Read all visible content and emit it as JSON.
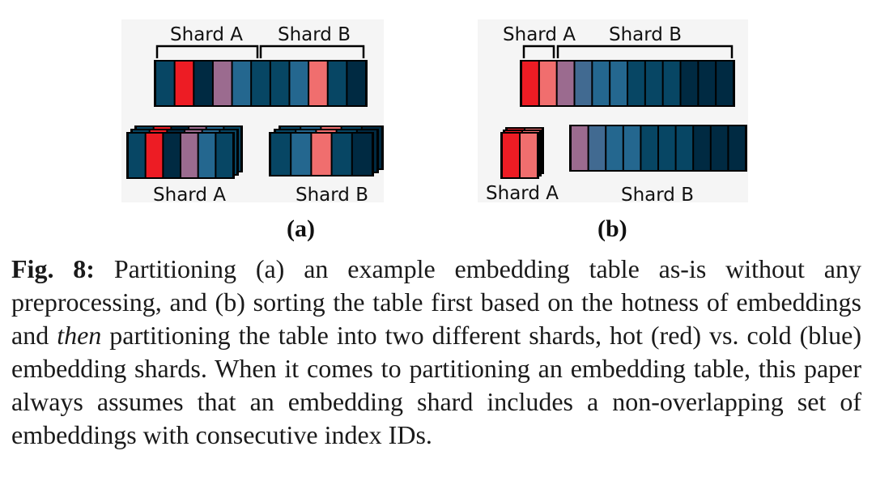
{
  "colors": {
    "hot_red": "#ed1c24",
    "warm_red": "#f06e6e",
    "mauve": "#9b6b8f",
    "steel_blue": "#416a91",
    "mid_blue": "#24678f",
    "dark_blue": "#074664",
    "deep_navy": "#002a42"
  },
  "panel_a": {
    "label": "(a)",
    "top_label_a": "Shard A",
    "top_label_b": "Shard B",
    "bottom_label_a": "Shard A",
    "bottom_label_b": "Shard B",
    "table": [
      "dark_blue",
      "hot_red",
      "deep_navy",
      "mauve",
      "mid_blue",
      "dark_blue",
      "dark_blue",
      "mid_blue",
      "warm_red",
      "dark_blue",
      "deep_navy"
    ],
    "shard_a": [
      "dark_blue",
      "hot_red",
      "deep_navy",
      "mauve",
      "mid_blue",
      "dark_blue"
    ],
    "shard_b": [
      "dark_blue",
      "mid_blue",
      "warm_red",
      "dark_blue",
      "deep_navy"
    ]
  },
  "panel_b": {
    "label": "(b)",
    "top_label_a": "Shard A",
    "top_label_b": "Shard B",
    "bottom_label_a": "Shard A",
    "bottom_label_b": "Shard B",
    "table": [
      "hot_red",
      "warm_red",
      "mauve",
      "steel_blue",
      "mid_blue",
      "mid_blue",
      "dark_blue",
      "dark_blue",
      "dark_blue",
      "deep_navy",
      "deep_navy",
      "deep_navy"
    ],
    "shard_a": [
      "hot_red",
      "warm_red"
    ],
    "shard_b": [
      "mauve",
      "steel_blue",
      "mid_blue",
      "mid_blue",
      "dark_blue",
      "dark_blue",
      "dark_blue",
      "deep_navy",
      "deep_navy",
      "deep_navy"
    ]
  },
  "caption": {
    "label": "Fig. 8:",
    "text_1": " Partitioning (a) an example embedding table as-is without any preprocessing, and (b) sorting the table first based on the hotness of embeddings and ",
    "emphasis": "then",
    "text_2": " partitioning the table into two different shards, hot (red) vs. cold (blue) embedding shards. When it comes to partitioning an embedding table, this paper always assumes that an embedding shard includes a non-overlapping set of embeddings with consecutive index IDs."
  }
}
